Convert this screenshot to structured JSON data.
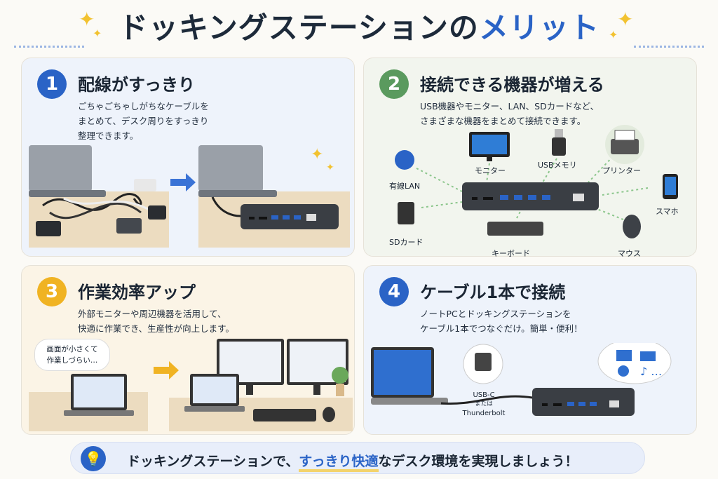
{
  "title": {
    "main": "ドッキングステーションの",
    "highlight": "メリット"
  },
  "cards": [
    {
      "num": "1",
      "title": "配線がすっきり",
      "desc": "ごちゃごちゃしがちなケーブルを\nまとめて、デスク周りをすっきり\n整理できます。",
      "color": "#2a63c6"
    },
    {
      "num": "2",
      "title": "接続できる機器が増える",
      "desc": "USB機器やモニター、LAN、SDカードなど、\nさまざまな機器をまとめて接続できます。",
      "color": "#5a9a5e"
    },
    {
      "num": "3",
      "title": "作業効率アップ",
      "desc": "外部モニターや周辺機器を活用して、\n快適に作業でき、生産性が向上します。",
      "color": "#f0b323"
    },
    {
      "num": "4",
      "title": "ケーブル1本で接続",
      "desc": "ノートPCとドッキングステーションを\nケーブル1本でつなぐだけ。簡単・便利！",
      "color": "#2a63c6"
    }
  ],
  "devices": {
    "monitor": "モニター",
    "usb": "USBメモリ",
    "printer": "プリンター",
    "lan": "有線LAN",
    "phone": "スマホ",
    "sd": "SDカード",
    "keyboard": "キーボード",
    "mouse": "マウス"
  },
  "speech_bubble": "画面が小さくて\n作業しづらい…",
  "usb_label": {
    "line1": "USB-C",
    "line2": "または",
    "line3": "Thunderbolt"
  },
  "footer": {
    "prefix": "ドッキングステーションで、",
    "emphasis": "すっきり快適",
    "suffix": "なデスク環境を実現しましょう！"
  }
}
